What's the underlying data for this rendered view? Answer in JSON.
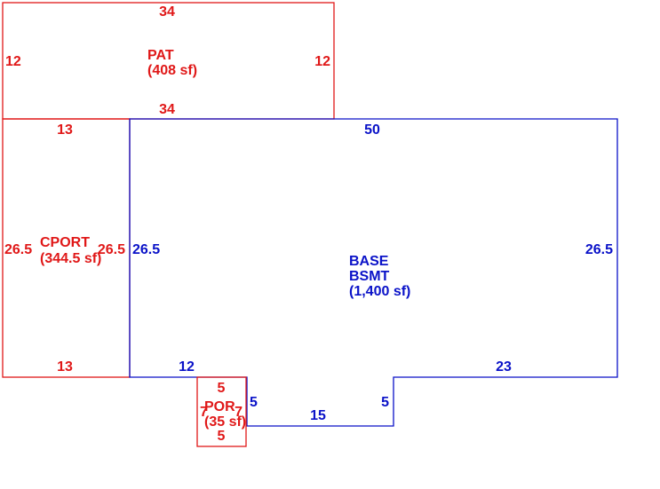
{
  "colors": {
    "red": "#e01818",
    "blue": "#0a12c8",
    "background": "#ffffff"
  },
  "areas": {
    "pat": {
      "name": "PAT",
      "area": "(408 sf)"
    },
    "cport": {
      "name": "CPORT",
      "area": "(344.5 sf)"
    },
    "base": {
      "name": "BASE",
      "name2": "BSMT",
      "area": "(1,400 sf)"
    },
    "por": {
      "name": "POR",
      "area": "(35 sf)"
    }
  },
  "dimensions": {
    "pat_top": "34",
    "pat_left": "12",
    "pat_right": "12",
    "pat_bottom": "34",
    "cport_top": "13",
    "cport_left": "26.5",
    "cport_right": "26.5",
    "cport_bottom": "13",
    "base_top": "50",
    "base_left": "26.5",
    "base_right": "26.5",
    "base_bottom_left": "12",
    "base_bottom_right": "23",
    "base_notch_left": "5",
    "base_notch_bottom": "15",
    "base_notch_right": "5",
    "por_top": "5",
    "por_left": "7",
    "por_right": "7",
    "por_bottom": "5"
  }
}
